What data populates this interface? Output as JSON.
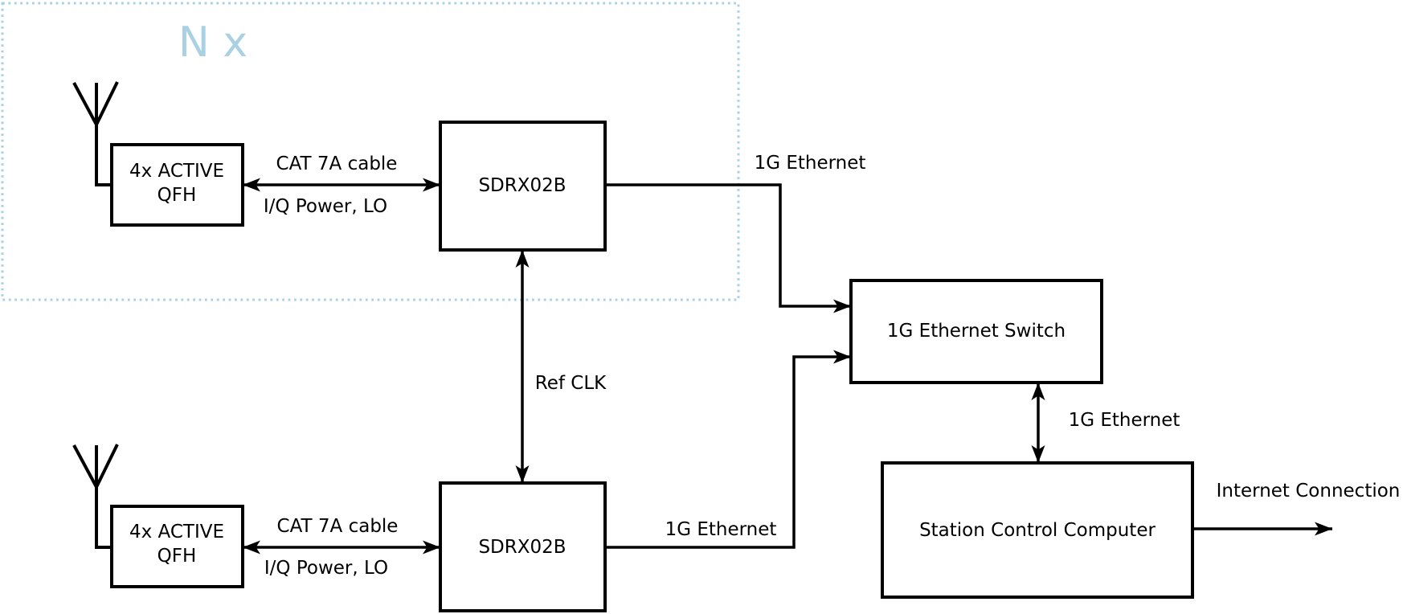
{
  "colors": {
    "accent_blue": "#a9d1e3",
    "line_black": "#000000",
    "background": "#ffffff"
  },
  "group_box": {
    "label": "N x"
  },
  "icons": {
    "antenna_top": "antenna-icon",
    "antenna_bottom": "antenna-icon"
  },
  "nodes": {
    "qfh_top": {
      "line1": "4x ACTIVE",
      "line2": "QFH"
    },
    "sdrx_top": {
      "label": "SDRX02B"
    },
    "qfh_bottom": {
      "line1": "4x ACTIVE",
      "line2": "QFH"
    },
    "sdrx_bottom": {
      "label": "SDRX02B"
    },
    "ethernet_switch": {
      "label": "1G Ethernet Switch"
    },
    "station_computer": {
      "label": "Station Control Computer"
    }
  },
  "edges": {
    "cat7a_top": {
      "label_above": "CAT 7A cable",
      "label_below": "I/Q Power, LO"
    },
    "cat7a_bottom": {
      "label_above": "CAT 7A cable",
      "label_below": "I/Q Power, LO"
    },
    "ethernet_top": {
      "label": "1G Ethernet"
    },
    "ethernet_bottom": {
      "label": "1G Ethernet"
    },
    "ref_clk": {
      "label": "Ref CLK"
    },
    "ethernet_switch_computer": {
      "label": "1G Ethernet"
    },
    "internet": {
      "label": "Internet Connection"
    }
  }
}
